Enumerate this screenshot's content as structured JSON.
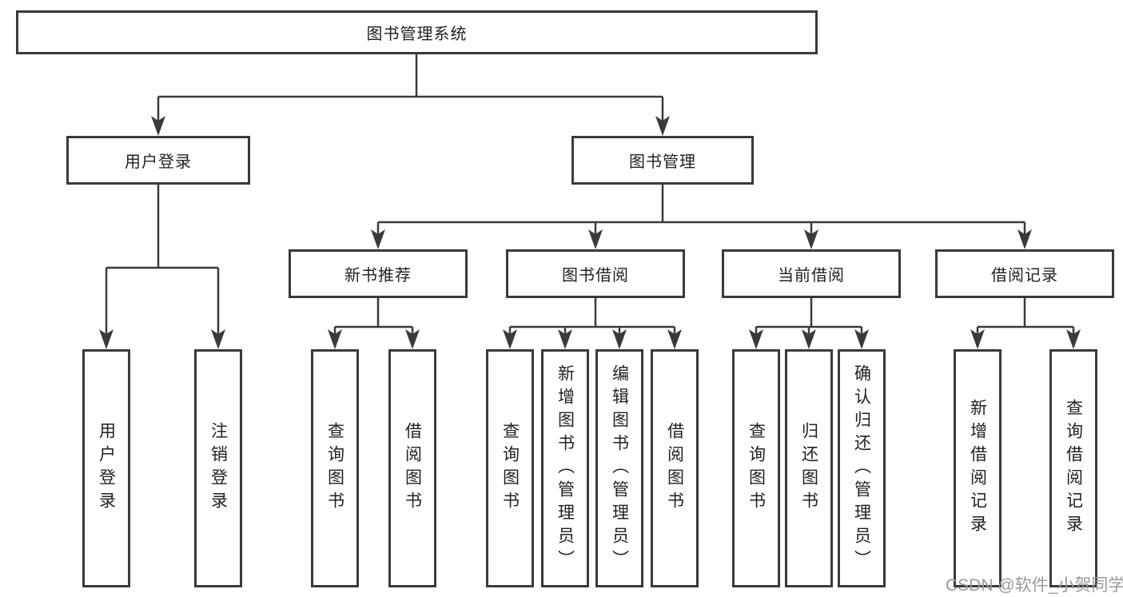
{
  "tree": {
    "root": {
      "label": "图书管理系统"
    },
    "level2": [
      {
        "label": "用户登录",
        "children": [
          "用户登录",
          "注销登录"
        ]
      },
      {
        "label": "图书管理"
      }
    ],
    "level3": [
      {
        "label": "新书推荐",
        "children": [
          "查询图书",
          "借阅图书"
        ]
      },
      {
        "label": "图书借阅",
        "children": [
          "查询图书",
          "新增图书（管理员）",
          "编辑图书（管理员）",
          "借阅图书"
        ]
      },
      {
        "label": "当前借阅",
        "children": [
          "查询图书",
          "归还图书",
          "确认归还（管理员）"
        ]
      },
      {
        "label": "借阅记录",
        "children": [
          "新增借阅记录",
          "查询借阅记录"
        ]
      }
    ]
  },
  "watermark": {
    "text": "CSDN @软件_小贺同学"
  },
  "colors": {
    "line": "#3a3a3a",
    "box_border": "#3a3a3a",
    "text": "#212121",
    "watermark": "#9a9a9a",
    "background": "#ffffff"
  }
}
